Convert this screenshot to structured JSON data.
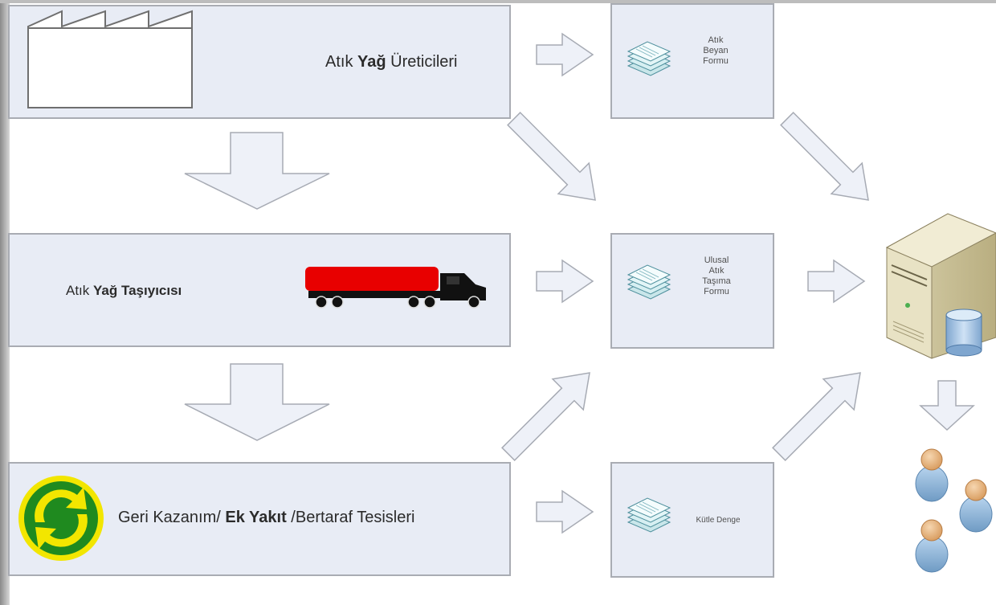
{
  "boxes": {
    "producers": {
      "label_prefix": "Atık ",
      "label_bold": "Yağ",
      "label_suffix": " Üreticileri"
    },
    "carrier": {
      "label_prefix": "Atık ",
      "label_bold": "Yağ Taşıyıcısı",
      "label_suffix": ""
    },
    "facilities": {
      "label_prefix": "Geri Kazanım/ ",
      "label_bold": "Ek Yakıt",
      "label_suffix": " /Bertaraf Tesisleri"
    }
  },
  "forms": {
    "declaration": {
      "line1": "Atık",
      "line2": "Beyan",
      "line3": "Formu"
    },
    "transport": {
      "line1": "Ulusal",
      "line2": "Atık",
      "line3": "Taşıma",
      "line4": "Formu"
    },
    "mass_balance": {
      "line1": "Kütle Denge"
    }
  },
  "colors": {
    "box_fill": "#e8ecf5",
    "box_border": "#a9acb3",
    "arrow_fill": "#eef1f8",
    "arrow_stroke": "#a7abb4",
    "tanker_red": "#e80000",
    "recycle_green": "#1f8a1f",
    "recycle_yellow": "#f2e600"
  },
  "icons": [
    "factory-icon",
    "document-stack-icon",
    "tanker-truck-icon",
    "recycle-icon",
    "server-database-icon",
    "users-icon"
  ]
}
